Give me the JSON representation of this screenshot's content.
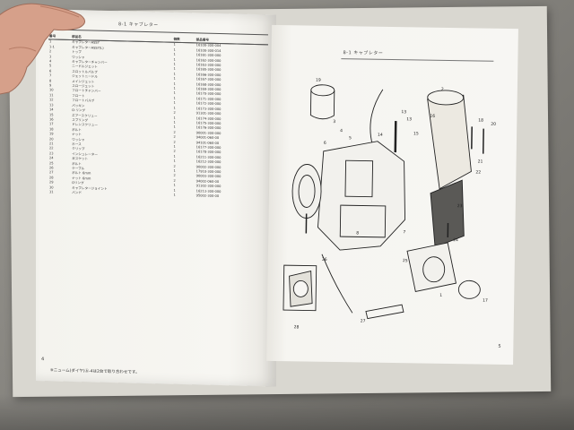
{
  "photo": {
    "left_page": {
      "header": "8-1 キャブレター",
      "page_number": "4",
      "footnote": "※ニューム(ダイヤ)Ⓐ-4は2台で取り合わせです。",
      "table_headers": [
        "番号",
        "部品名",
        "個数",
        "部品番号"
      ],
      "rows": [
        {
          "no": "1",
          "name": "キャブレターASSY",
          "qty": "1",
          "part": "16100-300-004"
        },
        {
          "no": "1-1",
          "name": "キャブレターASSY(L)",
          "qty": "1",
          "part": "16100-300-014"
        },
        {
          "no": "2",
          "name": "トップ",
          "qty": "1",
          "part": "16161-300-000"
        },
        {
          "no": "3",
          "name": "ワッシャ",
          "qty": "1",
          "part": "16162-300-000"
        },
        {
          "no": "4",
          "name": "キャブレターチャンバー",
          "qty": "1",
          "part": "16163-300-000"
        },
        {
          "no": "5",
          "name": "ニードルジェット",
          "qty": "1",
          "part": "16165-300-000"
        },
        {
          "no": "6",
          "name": "スロットルバルブ",
          "qty": "1",
          "part": "16166-300-000"
        },
        {
          "no": "7",
          "name": "ジェットニードル",
          "qty": "1",
          "part": "16167-300-000"
        },
        {
          "no": "8",
          "name": "メインジェット",
          "qty": "1",
          "part": "16168-300-000"
        },
        {
          "no": "9",
          "name": "スロージェット",
          "qty": "1",
          "part": "16169-300-000"
        },
        {
          "no": "10",
          "name": "フロートチャンバー",
          "qty": "1",
          "part": "16170-300-000"
        },
        {
          "no": "11",
          "name": "フロート",
          "qty": "1",
          "part": "16171-300-000"
        },
        {
          "no": "12",
          "name": "フロートバルブ",
          "qty": "1",
          "part": "16172-300-000"
        },
        {
          "no": "13",
          "name": "パッキン",
          "qty": "1",
          "part": "16173-300-000"
        },
        {
          "no": "14",
          "name": "O-リング",
          "qty": "2",
          "part": "91301-300-000"
        },
        {
          "no": "15",
          "name": "エアースクリュー",
          "qty": "1",
          "part": "16174-300-000"
        },
        {
          "no": "16",
          "name": "スプリング",
          "qty": "1",
          "part": "16175-300-000"
        },
        {
          "no": "17",
          "name": "ドレンスクリュー",
          "qty": "1",
          "part": "16176-300-000"
        },
        {
          "no": "18",
          "name": "ボルト",
          "qty": "2",
          "part": "90001-300-000"
        },
        {
          "no": "19",
          "name": "ナット",
          "qty": "2",
          "part": "94001-060-00"
        },
        {
          "no": "20",
          "name": "ワッシャ",
          "qty": "2",
          "part": "94101-060-00"
        },
        {
          "no": "21",
          "name": "ホース",
          "qty": "1",
          "part": "16177-300-000"
        },
        {
          "no": "22",
          "name": "クリップ",
          "qty": "2",
          "part": "16178-300-000"
        },
        {
          "no": "23",
          "name": "インシュレーター",
          "qty": "1",
          "part": "16211-300-000"
        },
        {
          "no": "24",
          "name": "ガスケット",
          "qty": "1",
          "part": "16212-300-000"
        },
        {
          "no": "25",
          "name": "ボルト",
          "qty": "2",
          "part": "90002-300-000"
        },
        {
          "no": "26",
          "name": "ケーブル",
          "qty": "1",
          "part": "17910-300-000"
        },
        {
          "no": "27",
          "name": "ボルト 6mm",
          "qty": "2",
          "part": "90003-300-000"
        },
        {
          "no": "28",
          "name": "ナット 6mm",
          "qty": "2",
          "part": "94002-060-00"
        },
        {
          "no": "29",
          "name": "Oリング",
          "qty": "1",
          "part": "91302-300-000"
        },
        {
          "no": "30",
          "name": "キャブレタージョイント",
          "qty": "1",
          "part": "16213-300-000"
        },
        {
          "no": "31",
          "name": "バンド",
          "qty": "1",
          "part": "95002-300-00"
        }
      ]
    },
    "right_page": {
      "header": "8-1 キャブレター",
      "page_number": "5",
      "callouts": [
        "19",
        "3",
        "4",
        "5",
        "6",
        "13",
        "13",
        "14",
        "15",
        "16",
        "18",
        "20",
        "2",
        "21",
        "22",
        "23",
        "24",
        "25",
        "26",
        "27",
        "28",
        "8",
        "7",
        "1",
        "17"
      ]
    }
  }
}
